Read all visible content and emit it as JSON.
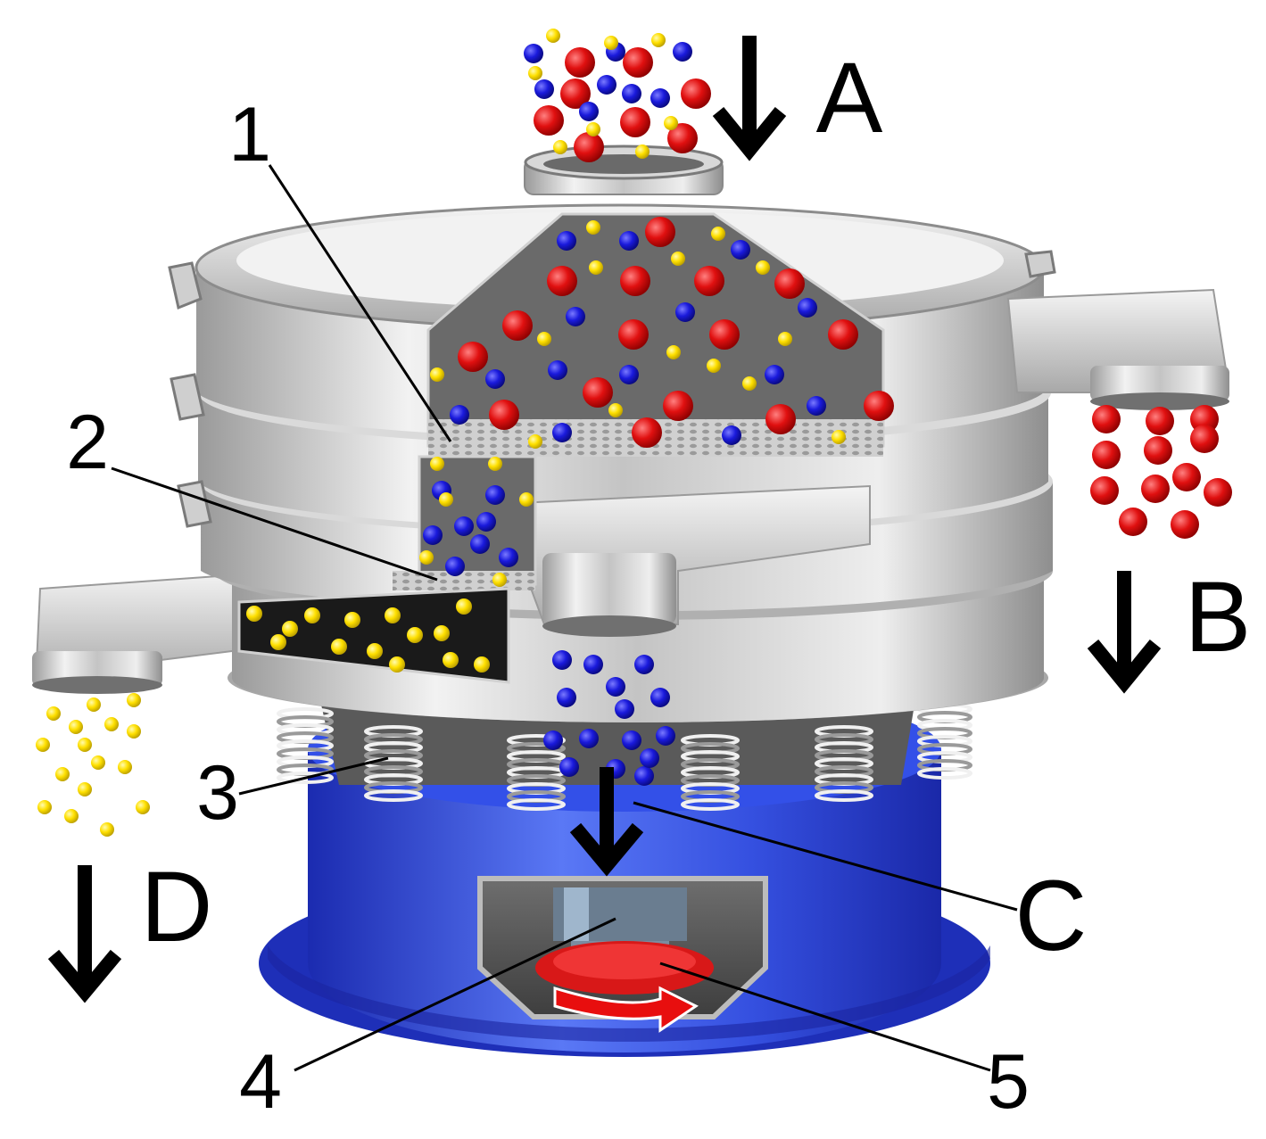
{
  "labels": {
    "part_1": "1",
    "part_2": "2",
    "part_3": "3",
    "part_4": "4",
    "part_5": "5",
    "stream_a": "A",
    "stream_b": "B",
    "stream_c": "C",
    "stream_d": "D"
  },
  "colors": {
    "steel_light": "#e8e8e8",
    "steel_mid": "#b8b8b8",
    "steel_dark": "#7a7a7a",
    "base_blue": "#2438d0",
    "base_blue_light": "#4a6af0",
    "particle_red": "#e01010",
    "particle_blue": "#1a1adc",
    "particle_yellow": "#ffe000",
    "cavity_grey": "#5a5a5a",
    "motor_red": "#d81818"
  }
}
